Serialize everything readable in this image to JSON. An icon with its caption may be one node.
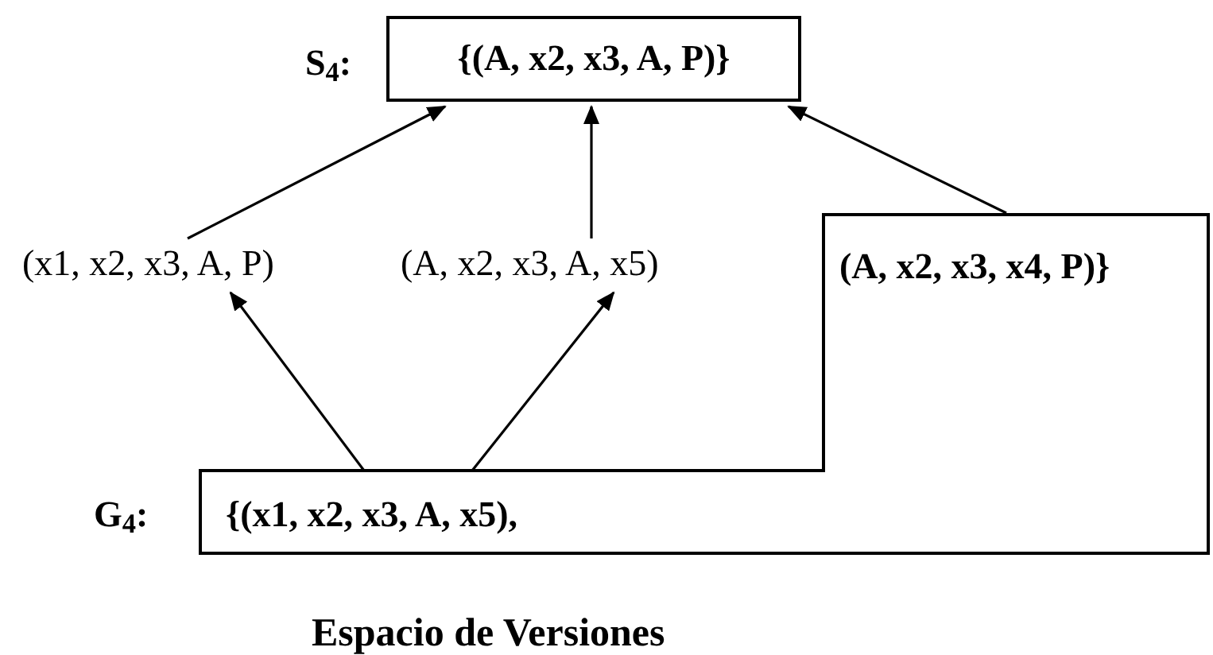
{
  "diagram": {
    "caption": "Espacio de Versiones",
    "nodes": [
      {
        "text": [
          "S$_{4}$:",
          "{(A, x2, x3, A, P)}"
        ]
      },
      {
        "text": [
          "(x1, x2, x3, A, P)"
        ]
      },
      {
        "text": [
          "(A, x2, x3, A, x5)"
        ]
      },
      {
        "text": [
          "G$_{4}$:",
          "{(x1, x2, x3, A, x5),",
          "(A, x2, x3, x4, P)}"
        ]
      }
    ],
    "edges": [
      {
        "from": 1,
        "to": 0,
        "arrow": "to"
      },
      {
        "from": 2,
        "to": 0,
        "arrow": "to"
      },
      {
        "from": 3,
        "to": 0,
        "arrow": "to"
      },
      {
        "from": 3,
        "to": 1,
        "arrow": "to"
      },
      {
        "from": 3,
        "to": 2,
        "arrow": "to"
      }
    ]
  }
}
